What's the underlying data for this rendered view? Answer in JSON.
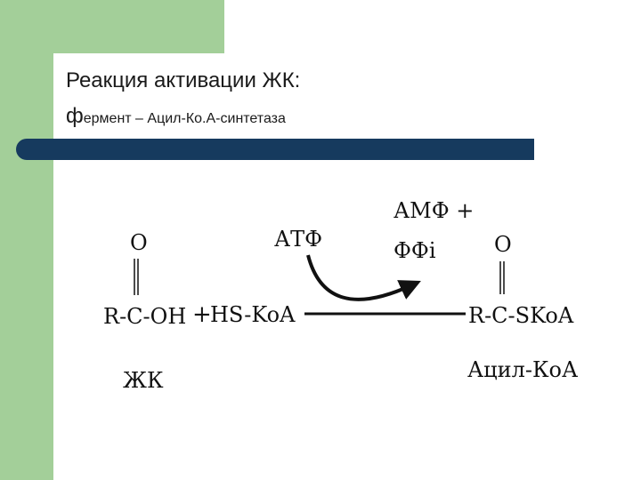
{
  "slide": {
    "title_line1": "Реакция активации ЖК:",
    "title_line2_first": "ф",
    "title_line2_rest": "ермент – Ацил-Ко.А-синтетаза"
  },
  "diagram": {
    "reactant_oxygen": "O",
    "reactant_formula": "R-C-OH",
    "plus_sign": "+",
    "coenzyme": "HS-KoA",
    "reactant_label": "ЖК",
    "atp": "АТФ",
    "amp": "АМФ +",
    "ppi": "ФФi",
    "product_oxygen": "O",
    "product_formula": "R-C-SKoA",
    "product_label": "Ацил-КоА"
  },
  "colors": {
    "green": "#a3cf99",
    "bar": "#163a5e"
  }
}
